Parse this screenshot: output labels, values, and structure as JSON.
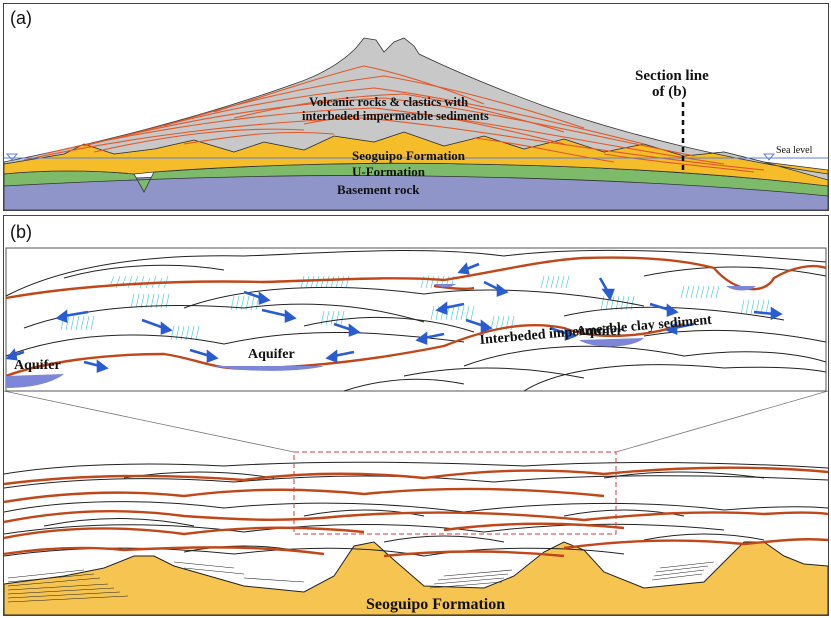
{
  "panel_a": {
    "label": "(a)",
    "volcanic_line1": "Volcanic rocks & clastics with",
    "volcanic_line2": "interbeded impermeable sediments",
    "section_line1": "Section line",
    "section_line2": "of (b)",
    "sea_level": "Sea level",
    "seoguipo": "Seoguipo Formation",
    "u_formation": "U-Formation",
    "basement": "Basement rock",
    "colors": {
      "volcanic": "#c8c8c8",
      "seoguipo": "#f5bd2a",
      "u_formation": "#7dbb6b",
      "basement": "#8f95c9",
      "layer_lines": "#e0582a",
      "sea": "#5b7fd6"
    }
  },
  "panel_b": {
    "label": "(b)",
    "aquifer_left": "Aquifer",
    "aquifer_mid": "Aquifer",
    "aquifer_right": "Aquifer",
    "clay_label": "Interbeded impermeable clay sediment",
    "seoguipo": "Seoguipo Formation",
    "colors": {
      "clay_layer": "#c0471a",
      "aquifer": "#7e86d8",
      "flow_arrow": "#2a5bd0",
      "seepage": "#3ec6d6",
      "seoguipo": "#f6c451",
      "zoom_box": "#d23a4a"
    }
  }
}
